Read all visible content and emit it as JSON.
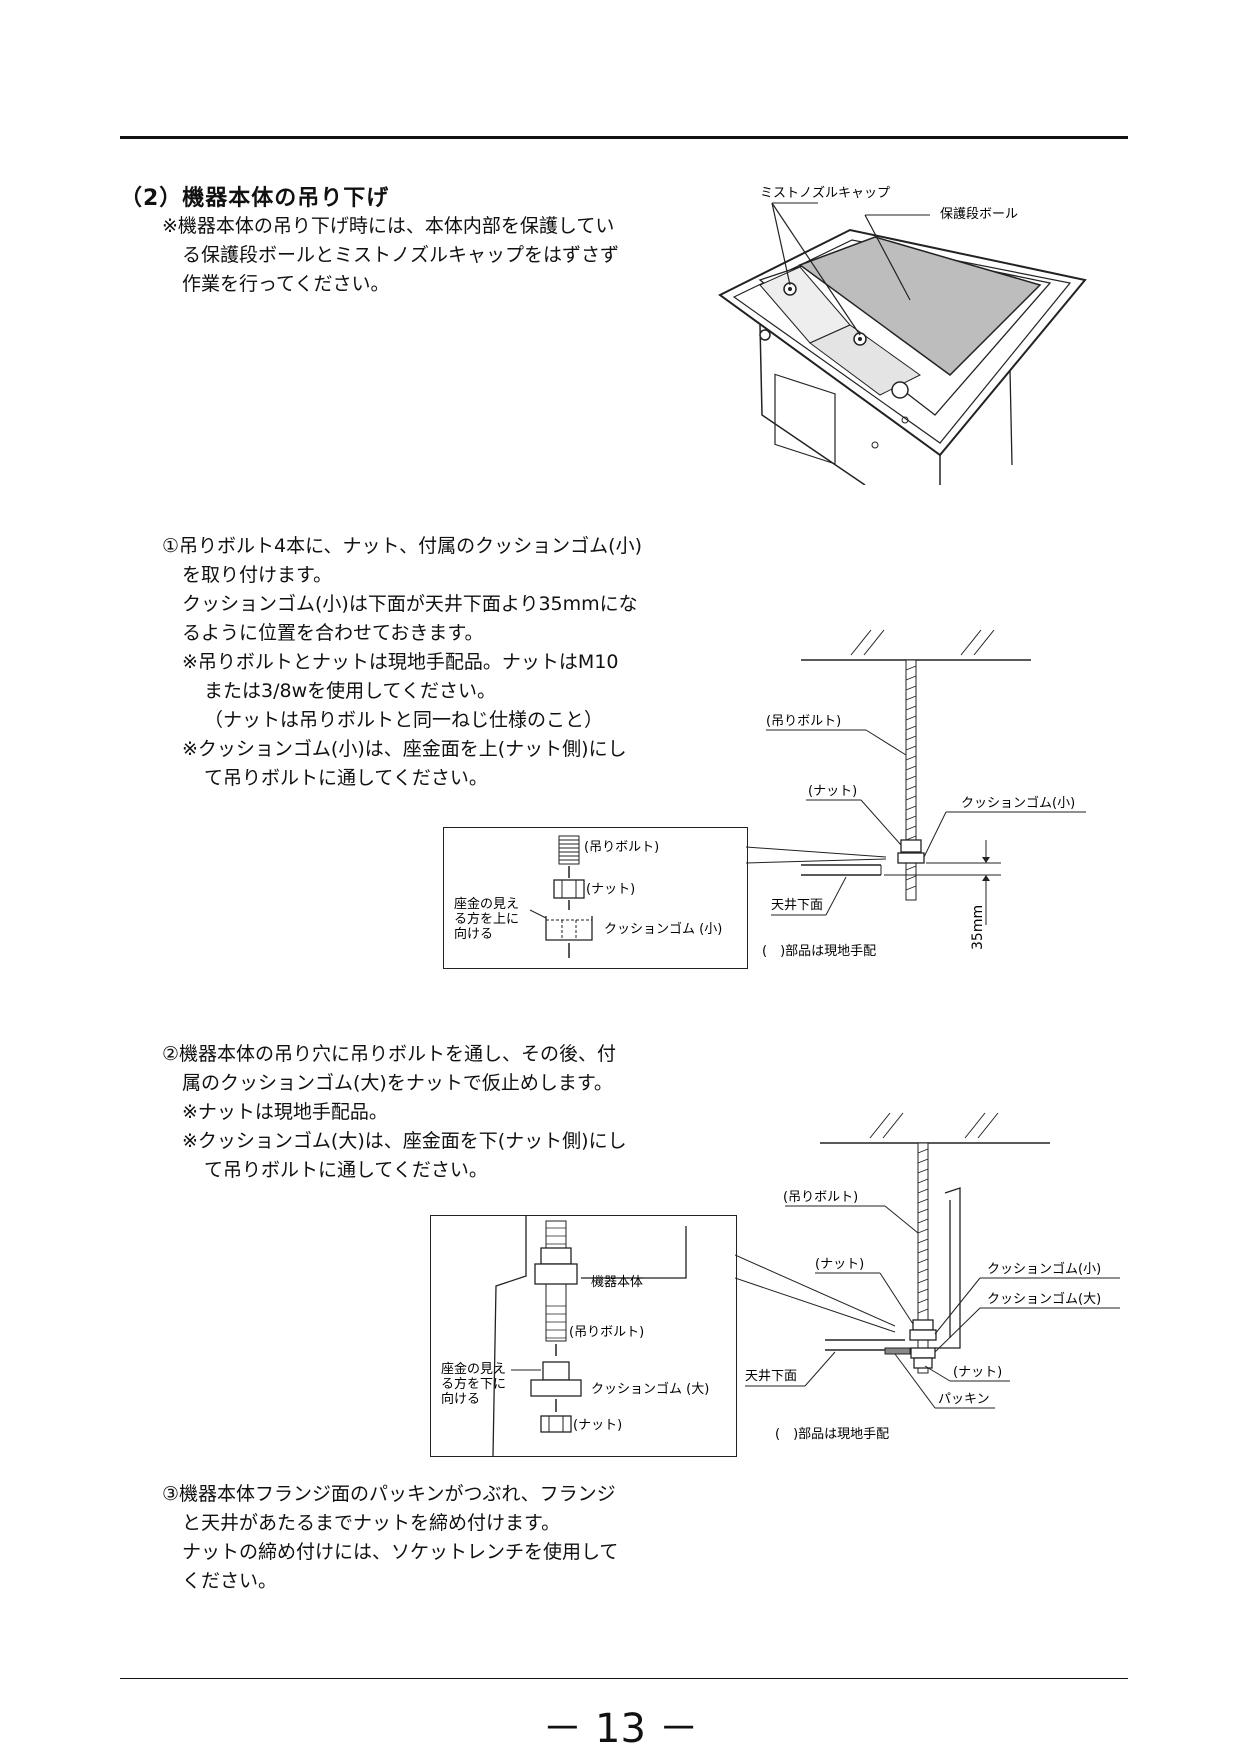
{
  "section": {
    "heading": "（2）機器本体の吊り下げ",
    "note": [
      "※機器本体の吊り下げ時には、本体内部を保護してい",
      "る保護段ボールとミストノズルキャップをはずさず",
      "作業を行ってください。"
    ]
  },
  "fig1": {
    "label_cap": "ミストノズルキャップ",
    "label_board": "保護段ボール"
  },
  "step1": {
    "lines": [
      "①吊りボルト4本に、ナット、付属のクッションゴム(小)",
      "を取り付けます。",
      "クッションゴム(小)は下面が天井下面より35mmにな",
      "るように位置を合わせておきます。",
      "※吊りボルトとナットは現地手配品。ナットはM10",
      "または3/8wを使用してください。",
      "（ナットは吊りボルトと同一ねじ仕様のこと）",
      "※クッションゴム(小)は、座金面を上(ナット側)にし",
      "て吊りボルトに通してください。"
    ],
    "inset": {
      "bolt": "(吊りボルト)",
      "nut": "(ナット)",
      "washer": [
        "座金の見え",
        "る方を上に",
        "向ける"
      ],
      "rubber": "クッションゴム (小)"
    },
    "diagram": {
      "bolt": "(吊りボルト)",
      "nut": "(ナット)",
      "rubber": "クッションゴム(小)",
      "ceiling": "天井下面",
      "dim": "35mm",
      "note": "(　)部品は現地手配"
    }
  },
  "step2": {
    "lines": [
      "②機器本体の吊り穴に吊りボルトを通し、その後、付",
      "属のクッションゴム(大)をナットで仮止めします。",
      "※ナットは現地手配品。",
      "※クッションゴム(大)は、座金面を下(ナット側)にし",
      "て吊りボルトに通してください。"
    ],
    "inset": {
      "body": "機器本体",
      "bolt": "(吊りボルト)",
      "washer": [
        "座金の見え",
        "る方を下に",
        "向ける"
      ],
      "rubber": "クッションゴム (大)",
      "nut": "(ナット)"
    },
    "diagram": {
      "bolt": "(吊りボルト)",
      "nut": "(ナット)",
      "rubber_s": "クッションゴム(小)",
      "rubber_l": "クッションゴム(大)",
      "ceiling": "天井下面",
      "nut2": "(ナット)",
      "packing": "パッキン",
      "note": "(　)部品は現地手配"
    }
  },
  "step3": {
    "lines": [
      "③機器本体フランジ面のパッキンがつぶれ、フランジ",
      "と天井があたるまでナットを締め付けます。",
      "ナットの締め付けには、ソケットレンチを使用して",
      "ください。"
    ]
  },
  "page": {
    "number": "－ 13 －"
  }
}
